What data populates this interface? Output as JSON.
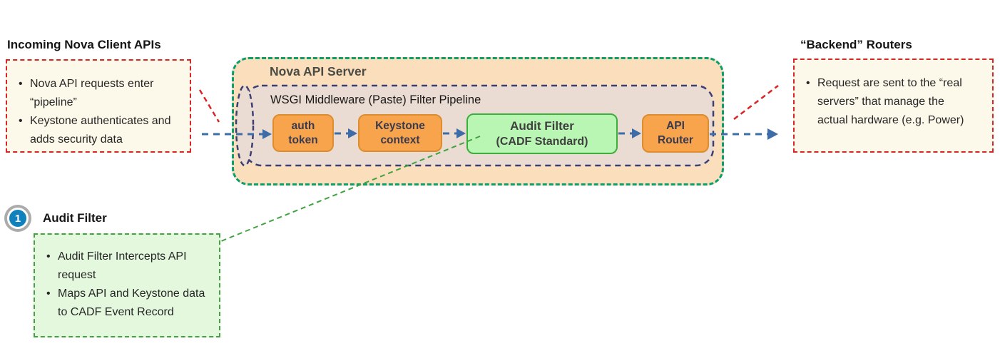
{
  "left_note": {
    "title": "Incoming Nova Client  APIs",
    "bullets": [
      "Nova API requests enter “pipeline”",
      "Keystone authenticates and adds security data"
    ]
  },
  "server": {
    "title": "Nova API Server",
    "pipeline_label": "WSGI Middleware (Paste) Filter Pipeline",
    "stages": [
      {
        "line1": "auth",
        "line2": "token"
      },
      {
        "line1": "Keystone",
        "line2": "context"
      },
      {
        "line1": "Audit Filter",
        "line2": "(CADF Standard)"
      },
      {
        "line1": "API",
        "line2": "Router"
      }
    ]
  },
  "right_note": {
    "title": "“Backend” Routers",
    "bullets": [
      "Request are sent to the “real servers” that manage the actual hardware (e.g. Power)"
    ]
  },
  "callout": {
    "number": "1",
    "title": "Audit Filter",
    "bullets": [
      "Audit Filter Intercepts API request",
      "Maps API and Keystone data to CADF Event Record"
    ]
  },
  "colors": {
    "note_bg": "#fdf9ea",
    "note_border_red": "#d92525",
    "server_bg": "#fbdebc",
    "server_border_green": "#0aa06e",
    "pipeline_bg": "#eadbd3",
    "pipeline_border_navy": "#3c3f73",
    "stage_orange_bg": "#f7a44c",
    "stage_orange_border": "#dd8d2d",
    "stage_green_bg": "#b9f6b4",
    "stage_green_border": "#3cae3c",
    "arrow_blue": "#3e6ca8",
    "callout_bg": "#e4f8de",
    "callout_border_green": "#42a542",
    "badge_blue": "#1181be"
  }
}
